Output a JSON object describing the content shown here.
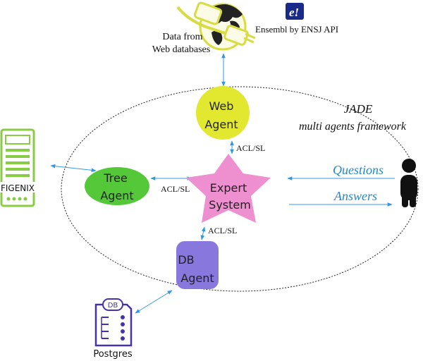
{
  "web_source": {
    "label_line1": "Data from",
    "label_line2": "Web databases",
    "ensembl_label": "Ensembl by ENSJ API",
    "ensembl_logo_glyph": "e!"
  },
  "framework": {
    "label_line1": "JADE",
    "label_line2": "multi agents framework"
  },
  "agents": {
    "web_line1": "Web",
    "web_line2": "Agent",
    "tree_line1": "Tree",
    "tree_line2": "Agent",
    "expert_line1": "Expert",
    "expert_line2": "System",
    "db_line1": "DB",
    "db_line2": "Agent"
  },
  "protocols": {
    "web_expert": "ACL/SL",
    "tree_expert": "ACL/SL",
    "db_expert": "ACL/SL"
  },
  "user": {
    "questions": "Questions",
    "answers": "Answers"
  },
  "external": {
    "figenix": "FIGENIX",
    "postgres": "Postgres",
    "db_badge": "DB"
  },
  "colors": {
    "web_agent": "#e2e830",
    "tree_agent": "#55c83a",
    "expert_system": "#ee8fd0",
    "db_agent": "#8877dd",
    "arrow": "#3399dd",
    "figenix": "#88cc44",
    "postgres": "#4433aa",
    "italic_blue": "#2288cc"
  }
}
